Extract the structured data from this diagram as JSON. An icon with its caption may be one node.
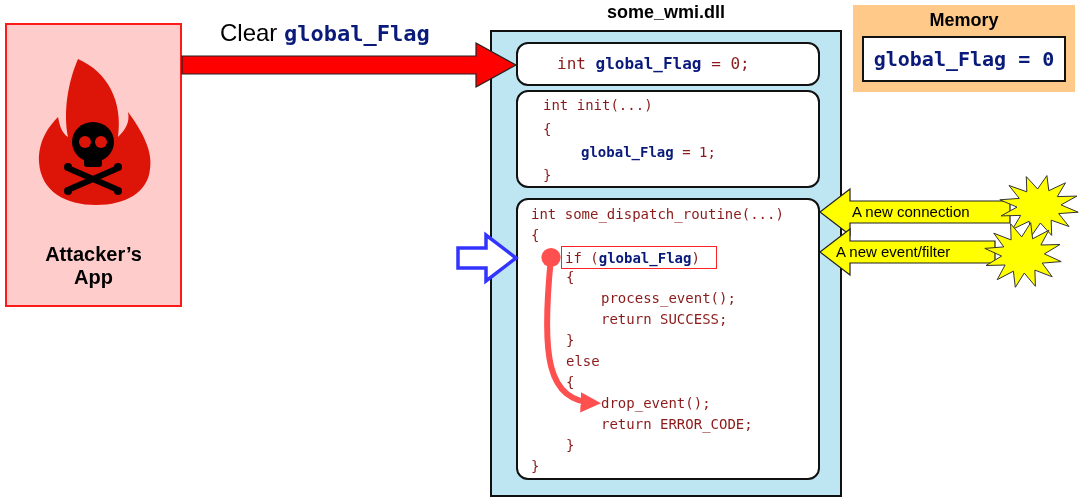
{
  "diagram": {
    "nodes": [
      {
        "text": [
          "Attacker’s App"
        ]
      },
      {
        "text": [
          "some_wmi.dll"
        ]
      },
      {
        "text": [
          "int **global_Flag** = 0;"
        ],
        "in": 1
      },
      {
        "text": [
          "int init(...)",
          "{",
          "**global_Flag** = 1;",
          "}"
        ],
        "in": 1
      },
      {
        "text": [
          "int some_dispatch_routine(...)",
          "{",
          "{",
          "process_event();",
          "return SUCCESS;",
          "}",
          "else",
          "{",
          "return ERROR_CODE;",
          "}",
          "}"
        ],
        "in": 1
      },
      {
        "text": [
          "if (**global_Flag**)"
        ],
        "in": 4
      },
      {
        "text": [
          "drop_event();"
        ],
        "in": 4
      },
      {
        "text": [
          "Memory"
        ]
      },
      {
        "text": [
          "global_Flag = 0"
        ],
        "in": 7
      },
      {
        "text": [],
        "shape": "star"
      },
      {
        "text": [],
        "shape": "star"
      }
    ],
    "edges": [
      {
        "from": 0,
        "to": 2,
        "arrow": "to",
        "label": "Clear **global_Flag**",
        "style": "thick",
        "color": "#ff0000"
      },
      {
        "from": 9,
        "to": 4,
        "arrow": "to",
        "label": "A new connection",
        "style": "thick",
        "color": "#ffff00"
      },
      {
        "from": 10,
        "to": 4,
        "arrow": "to",
        "label": "A new event/filter",
        "style": "thick",
        "color": "#ffff00"
      },
      {
        "from": null,
        "to": 4,
        "arrow": "to",
        "style": "thick",
        "color": "#3333ff"
      },
      {
        "from": 5,
        "to": 6,
        "arrow": "to",
        "color": "#ff5050"
      }
    ]
  }
}
